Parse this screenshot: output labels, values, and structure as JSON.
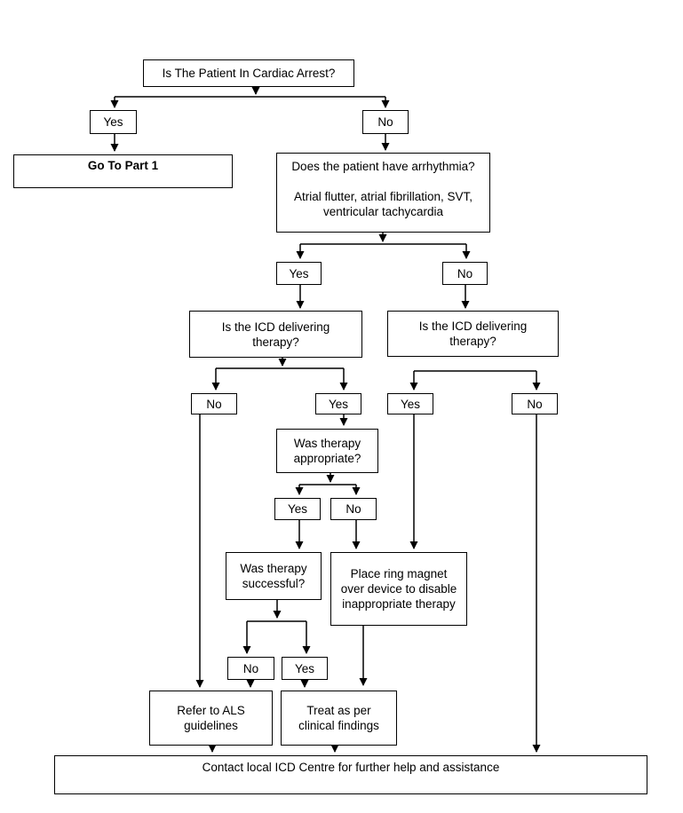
{
  "flowchart": {
    "description": "ICD patient decision flowchart",
    "colors": {
      "background": "#ffffff",
      "line": "#000000",
      "box_border": "#000000",
      "box_fill": "#ffffff",
      "text": "#000000"
    },
    "nodes": {
      "q_arrest": "Is The Patient In Cardiac Arrest?",
      "yes_arrest": "Yes",
      "no_arrest": "No",
      "go_part1": "Go To Part 1",
      "q_arrhythmia": "Does the patient have arrhythmia?\n\nAtrial flutter, atrial fibrillation, SVT,\nventricular tachycardia",
      "yes_arrhythmia": "Yes",
      "no_arrhythmia": "No",
      "q_icd_left": "Is the ICD delivering\ntherapy?",
      "q_icd_right": "Is the ICD delivering\ntherapy?",
      "no_icd_left": "No",
      "yes_icd_left": "Yes",
      "yes_icd_right": "Yes",
      "no_icd_right": "No",
      "q_appropriate": "Was therapy\nappropriate?",
      "yes_appropriate": "Yes",
      "no_appropriate": "No",
      "q_successful": "Was therapy\nsuccessful?",
      "place_magnet": "Place ring magnet\nover device to disable\ninappropriate therapy",
      "no_successful": "No",
      "yes_successful": "Yes",
      "refer_als": "Refer to ALS\nguidelines",
      "treat_clinical": "Treat as per\nclinical findings",
      "contact_centre": "Contact local ICD Centre for further help and assistance"
    }
  }
}
